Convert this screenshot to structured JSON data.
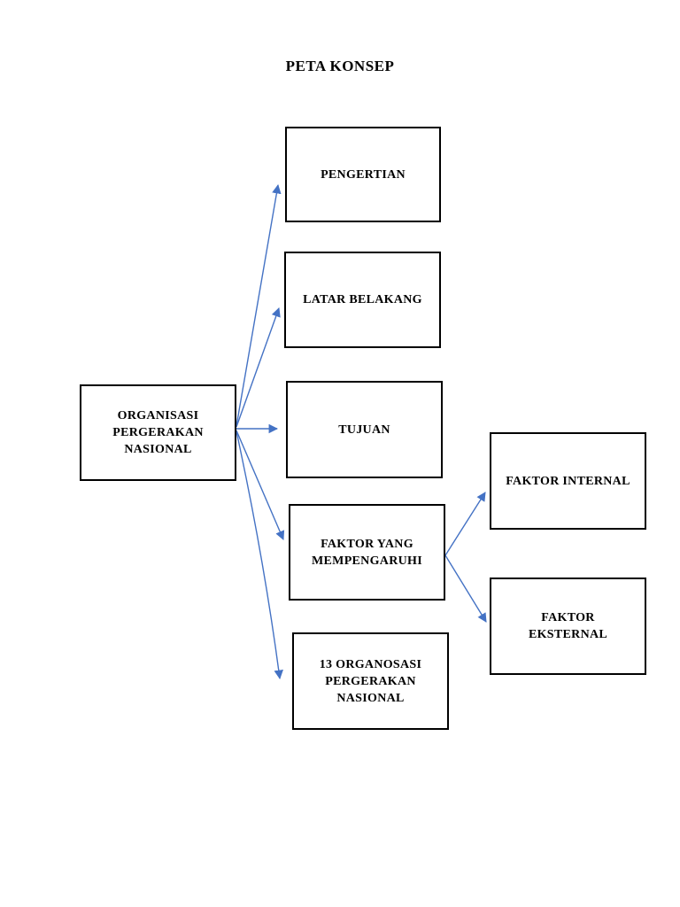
{
  "page": {
    "title": "PETA KONSEP"
  },
  "colors": {
    "arrow": "#4472C4",
    "box_border": "#000000",
    "box_background": "#ffffff",
    "page_background": "#ffffff",
    "text": "#000000"
  },
  "diagram": {
    "root": {
      "id": "organisasi-pergerakan-nasional",
      "label": [
        "ORGANISASI",
        "PERGERAKAN",
        "NASIONAL"
      ]
    },
    "nodes": {
      "pengertian": {
        "label": [
          "PENGERTIAN"
        ]
      },
      "latar": {
        "label": [
          "LATAR BELAKANG"
        ]
      },
      "tujuan": {
        "label": [
          "TUJUAN"
        ]
      },
      "faktor": {
        "label": [
          "FAKTOR YANG",
          "MEMPENGARUHI"
        ]
      },
      "org13": {
        "label": [
          "13 ORGANOSASI",
          "PERGERAKAN",
          "NASIONAL"
        ]
      },
      "internal": {
        "label": [
          "FAKTOR INTERNAL"
        ]
      },
      "eksternal": {
        "label": [
          "FAKTOR",
          "EKSTERNAL"
        ]
      }
    },
    "edges": [
      {
        "from": "organisasi-pergerakan-nasional",
        "to": "pengertian"
      },
      {
        "from": "organisasi-pergerakan-nasional",
        "to": "latar-belakang"
      },
      {
        "from": "organisasi-pergerakan-nasional",
        "to": "tujuan"
      },
      {
        "from": "organisasi-pergerakan-nasional",
        "to": "faktor-yang-mempengaruhi"
      },
      {
        "from": "organisasi-pergerakan-nasional",
        "to": "13-organosasi-pergerakan-nasional"
      },
      {
        "from": "faktor-yang-mempengaruhi",
        "to": "faktor-internal"
      },
      {
        "from": "faktor-yang-mempengaruhi",
        "to": "faktor-eksternal"
      }
    ]
  }
}
